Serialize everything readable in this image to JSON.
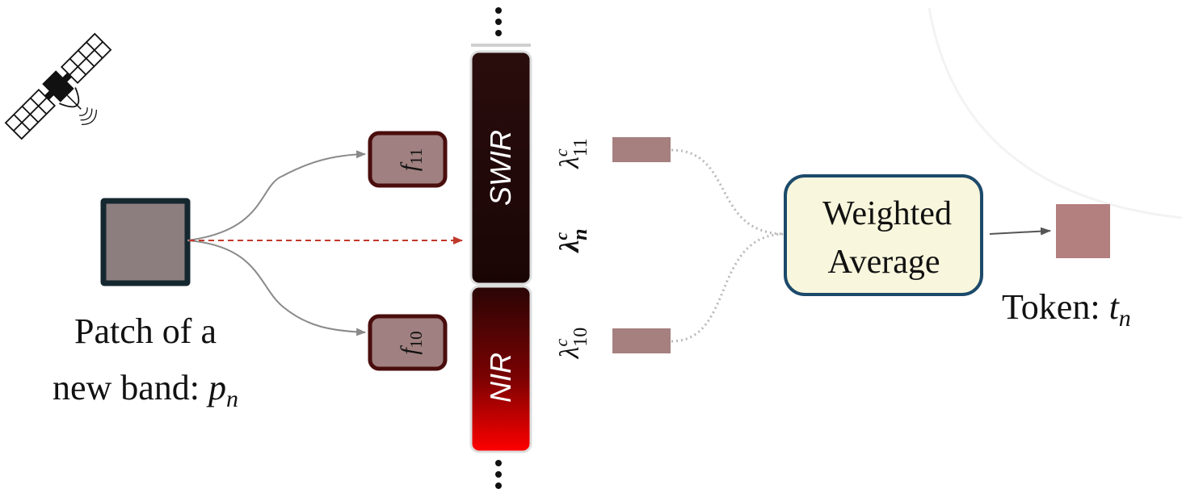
{
  "patch": {
    "caption_line1": "Patch of a",
    "caption_line2": "new band: ",
    "var_main": "p",
    "var_sub": "n",
    "fill": "#8c7e7e",
    "border": "#15272f"
  },
  "filters": [
    {
      "id": "f11",
      "main": "f",
      "sub": "11",
      "fill": "#a08080",
      "border": "#4a0d0d"
    },
    {
      "id": "f10",
      "main": "f",
      "sub": "10",
      "fill": "#a08080",
      "border": "#4a0d0d"
    }
  ],
  "bands": [
    {
      "label": "SWIR",
      "gradient_top": "#2a0d0d",
      "gradient_bottom": "#1a0505"
    },
    {
      "label": "NIR",
      "gradient_top": "#2a0505",
      "gradient_bottom": "#ff0000"
    }
  ],
  "wavelengths": {
    "lambda_symbol": "λ",
    "sup": "c",
    "w11_sub": "11",
    "wn_sub": "n",
    "w10_sub": "10"
  },
  "band_tokens": {
    "fill": "#a67f7f"
  },
  "weighted_average": {
    "line1": "Weighted",
    "line2": "Average",
    "fill": "#f8f6dc",
    "border": "#1c4a6b"
  },
  "output": {
    "label": "Token: ",
    "var_main": "t",
    "var_sub": "n",
    "fill": "#b37f7f"
  },
  "colors": {
    "edge": "#8a8a8a",
    "dashed_arrow": "#c0392b",
    "dotted": "#b8b8b8"
  },
  "icons": {
    "satellite": "satellite-icon"
  }
}
